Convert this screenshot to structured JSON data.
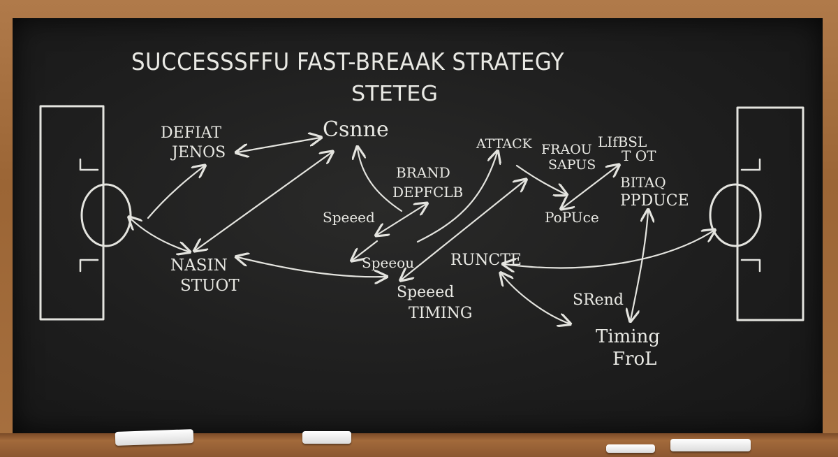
{
  "title_line1": "SUCCESSSFFU FAST-BREAAK STRATEGY",
  "title_line2": "STETEG",
  "labels": {
    "defiat": "DEFIAT",
    "jenos": "JENOS",
    "csnne": "Csnne",
    "attack": "ATTACK",
    "fraou": "FRAOU",
    "sapus": "SAPUS",
    "lifbsl": "LIfBSL",
    "t_ot": "T OT",
    "brand": "BRAND",
    "depfclb": "DEPFCLB",
    "bitaq": "BITAQ",
    "ppduce": "PPDUCE",
    "speeed": "Speeed",
    "popuce": "PoPUce",
    "nasin": "NASIN",
    "stuot": "STUOT",
    "speeou": "Speeou",
    "runcte": "RUNCTE",
    "speeed_timing_1": "Speeed",
    "speeed_timing_2": "TIMING",
    "srend": "SRend",
    "timing": "Timing",
    "frol": "FroL"
  }
}
